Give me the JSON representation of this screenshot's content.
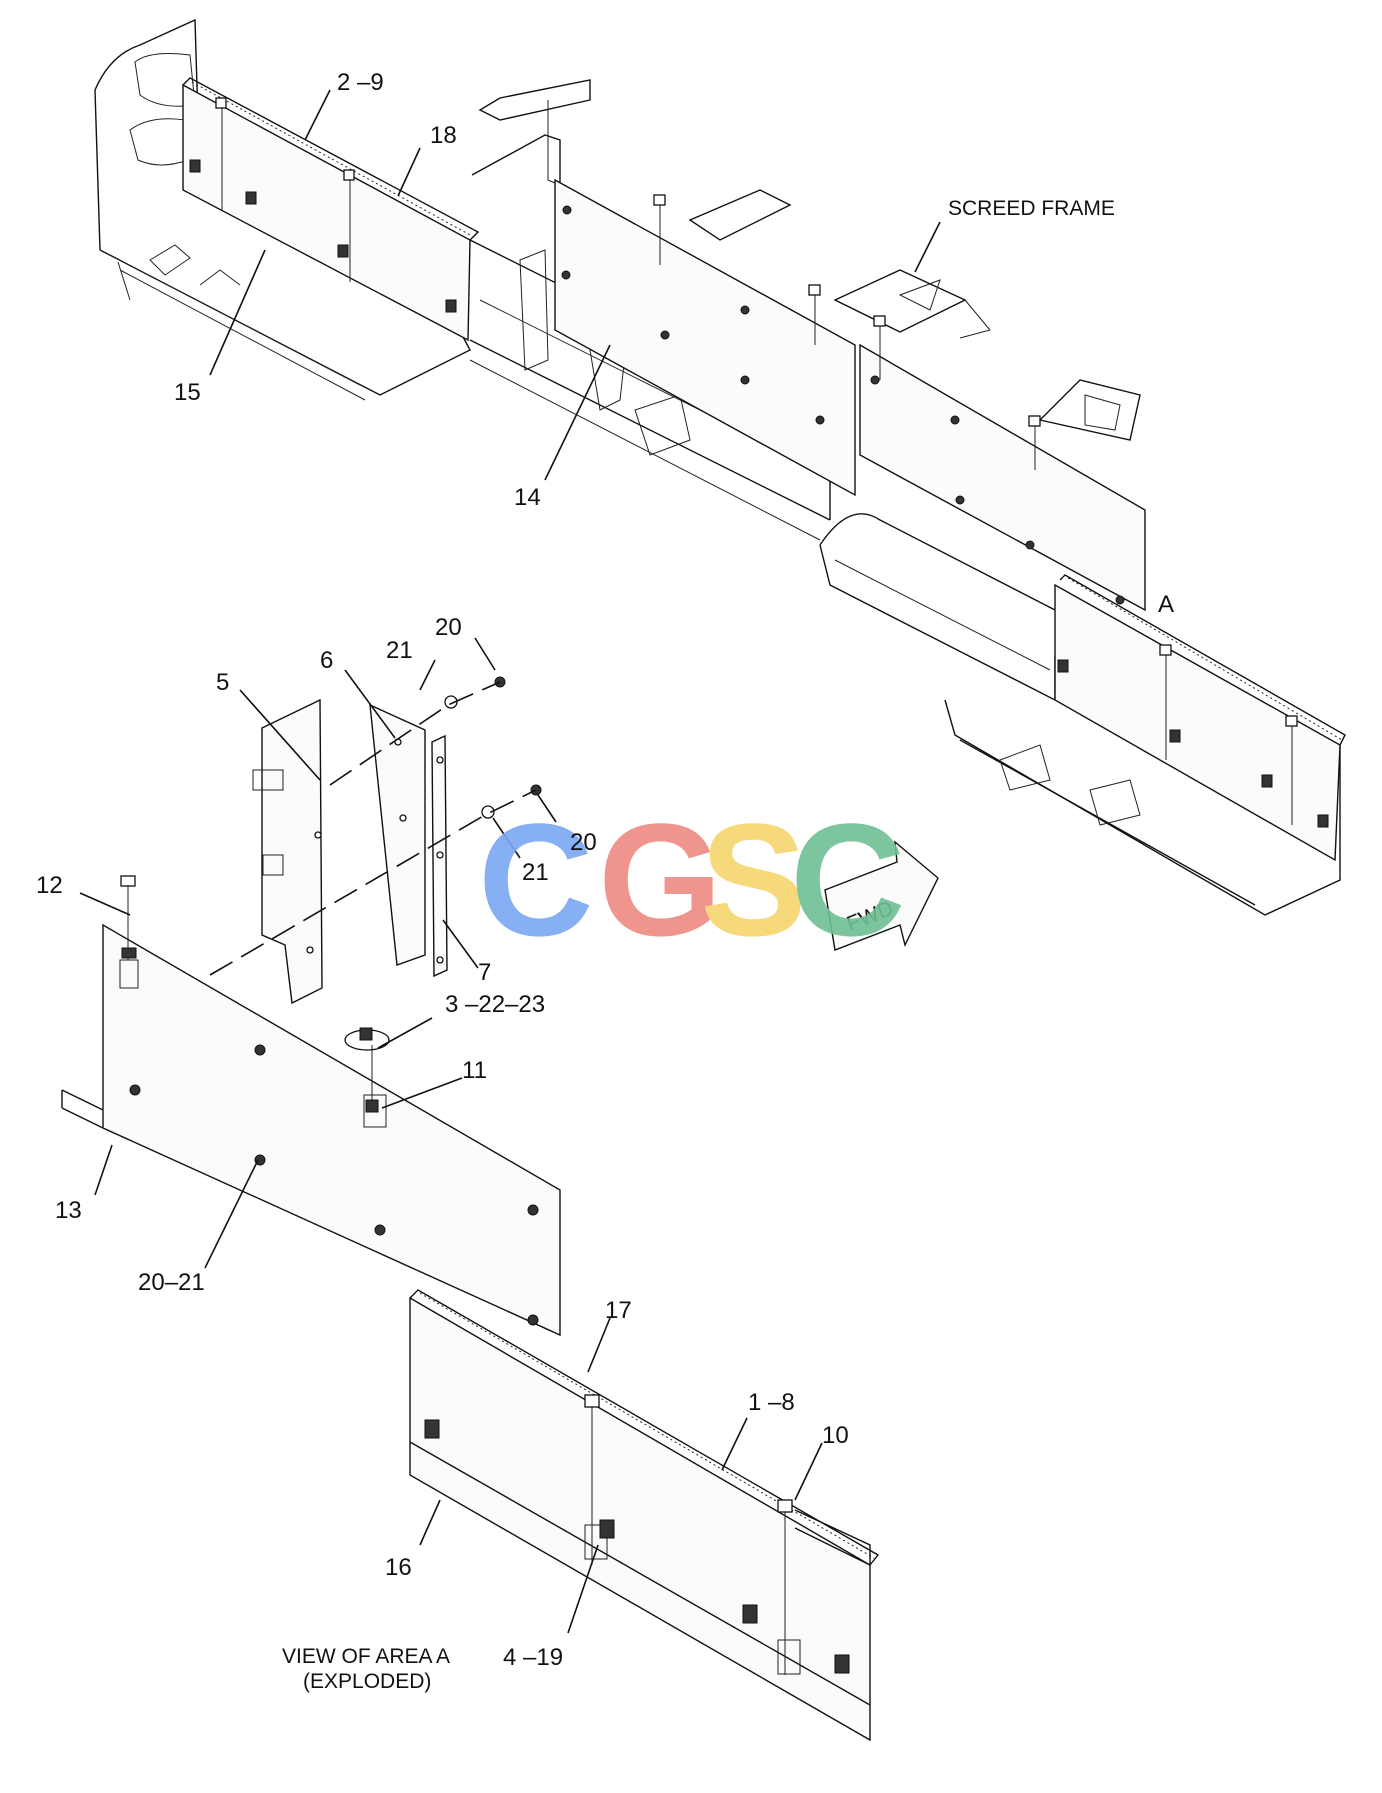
{
  "diagram": {
    "callouts": {
      "c_2_9": "2 –9",
      "c_18": "18",
      "c_15": "15",
      "c_14": "14",
      "screed_frame": "SCREED FRAME",
      "area_a": "A",
      "c_20_top": "20",
      "c_21_top": "21",
      "c_5": "5",
      "c_6": "6",
      "c_20_mid": "20",
      "c_21_mid": "21",
      "c_12": "12",
      "c_7": "7",
      "c_3_22_23": "3 –22–23",
      "c_11": "11",
      "c_13": "13",
      "c_20_21": "20–21",
      "c_17": "17",
      "c_1_8": "1 –8",
      "c_10": "10",
      "c_16": "16",
      "c_4_19": "4 –19"
    },
    "view_caption": {
      "line1": "VIEW OF AREA A",
      "line2": "(EXPLODED)"
    },
    "direction_arrow": "FWD",
    "watermark": {
      "text": "CGSC",
      "colors": [
        "#7ba7f2",
        "#ee8a82",
        "#f6d56d",
        "#6fbf95"
      ]
    }
  }
}
